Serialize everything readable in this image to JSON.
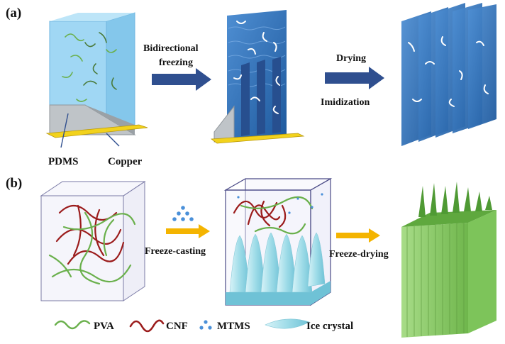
{
  "panel_a": {
    "label": "(a)",
    "step1_label_line1": "Bidirectional",
    "step1_label_line2": "freezing",
    "step2_label_line1": "Drying",
    "step2_label_line2": "Imidization",
    "pdms_label": "PDMS",
    "copper_label": "Copper",
    "arrow_color": "#2f4f8f",
    "box_color": "#8fd0f2",
    "sheet_color": "#2f6fb8",
    "copper_color": "#f2d21c"
  },
  "panel_b": {
    "label": "(b)",
    "step1_label": "Freeze-casting",
    "step2_label": "Freeze-drying",
    "arrow_color": "#f4b400",
    "ice_color": "#9fdce8",
    "lamella_color": "#8ccf6a"
  },
  "legend": {
    "pva": "PVA",
    "cnf": "CNF",
    "mtms": "MTMS",
    "ice": "Ice crystal",
    "pva_color": "#6ab04c",
    "cnf_color": "#9b1c1c",
    "mtms_color": "#4a90d9"
  }
}
